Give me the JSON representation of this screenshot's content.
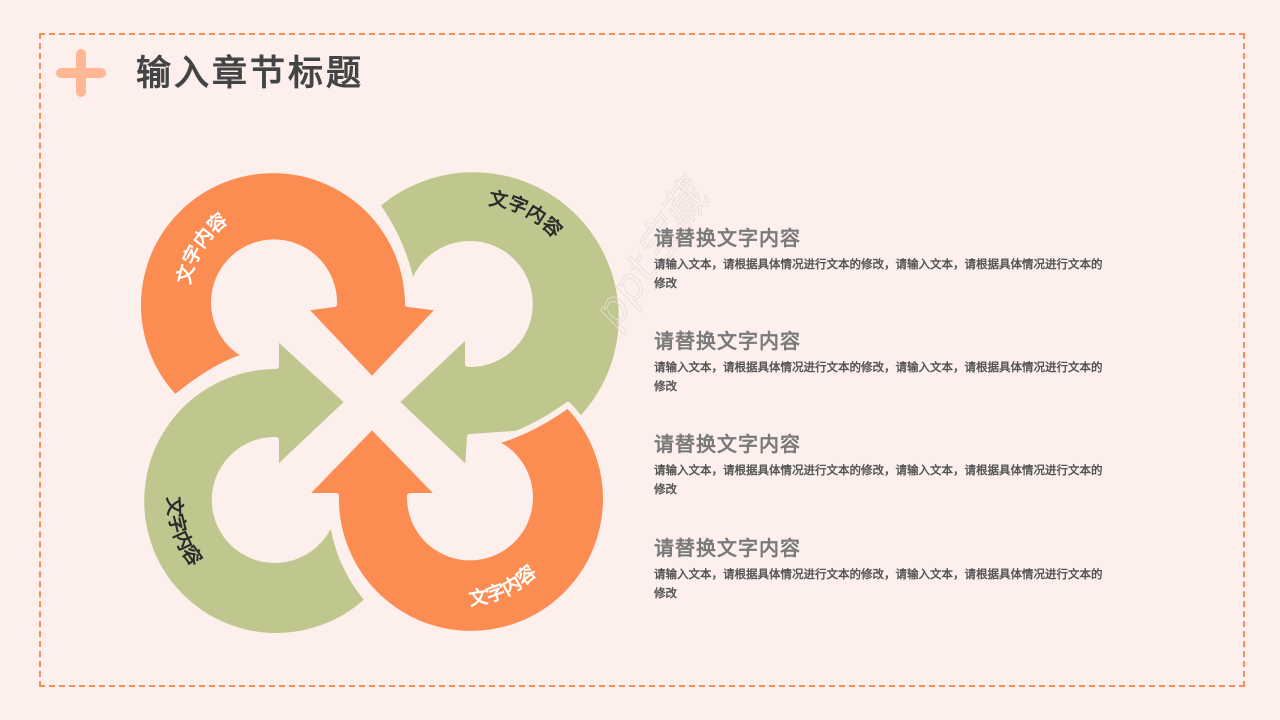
{
  "header": {
    "title": "输入章节标题",
    "icon": "plus-icon"
  },
  "colors": {
    "background": "#fdf0ec",
    "frame_border": "#f98d54",
    "plus": "#ffb893",
    "orange": "#fb8c52",
    "green": "#bfc78f",
    "title_text": "#444444",
    "label_light": "#ffffff",
    "label_dark": "#2b2b2b"
  },
  "diagram": {
    "segments": [
      {
        "position": "top-left",
        "label": "文字内容",
        "color": "orange"
      },
      {
        "position": "top-right",
        "label": "文字内容",
        "color": "green"
      },
      {
        "position": "bottom-left",
        "label": "文字内容",
        "color": "green"
      },
      {
        "position": "bottom-right",
        "label": "文字内容",
        "color": "orange"
      }
    ]
  },
  "items": [
    {
      "heading": "请替换文字内容",
      "body": "请输入文本，请根据具体情况进行文本的修改，请输入文本，请根据具体情况进行文本的修改"
    },
    {
      "heading": "请替换文字内容",
      "body": "请输入文本，请根据具体情况进行文本的修改，请输入文本，请根据具体情况进行文本的修改"
    },
    {
      "heading": "请替换文字内容",
      "body": "请输入文本，请根据具体情况进行文本的修改，请输入文本，请根据具体情况进行文本的修改"
    },
    {
      "heading": "请替换文字内容",
      "body": "请输入文本，请根据具体情况进行文本的修改，请输入文本，请根据具体情况进行文本的修改"
    }
  ],
  "watermark": "ppt宝藏"
}
